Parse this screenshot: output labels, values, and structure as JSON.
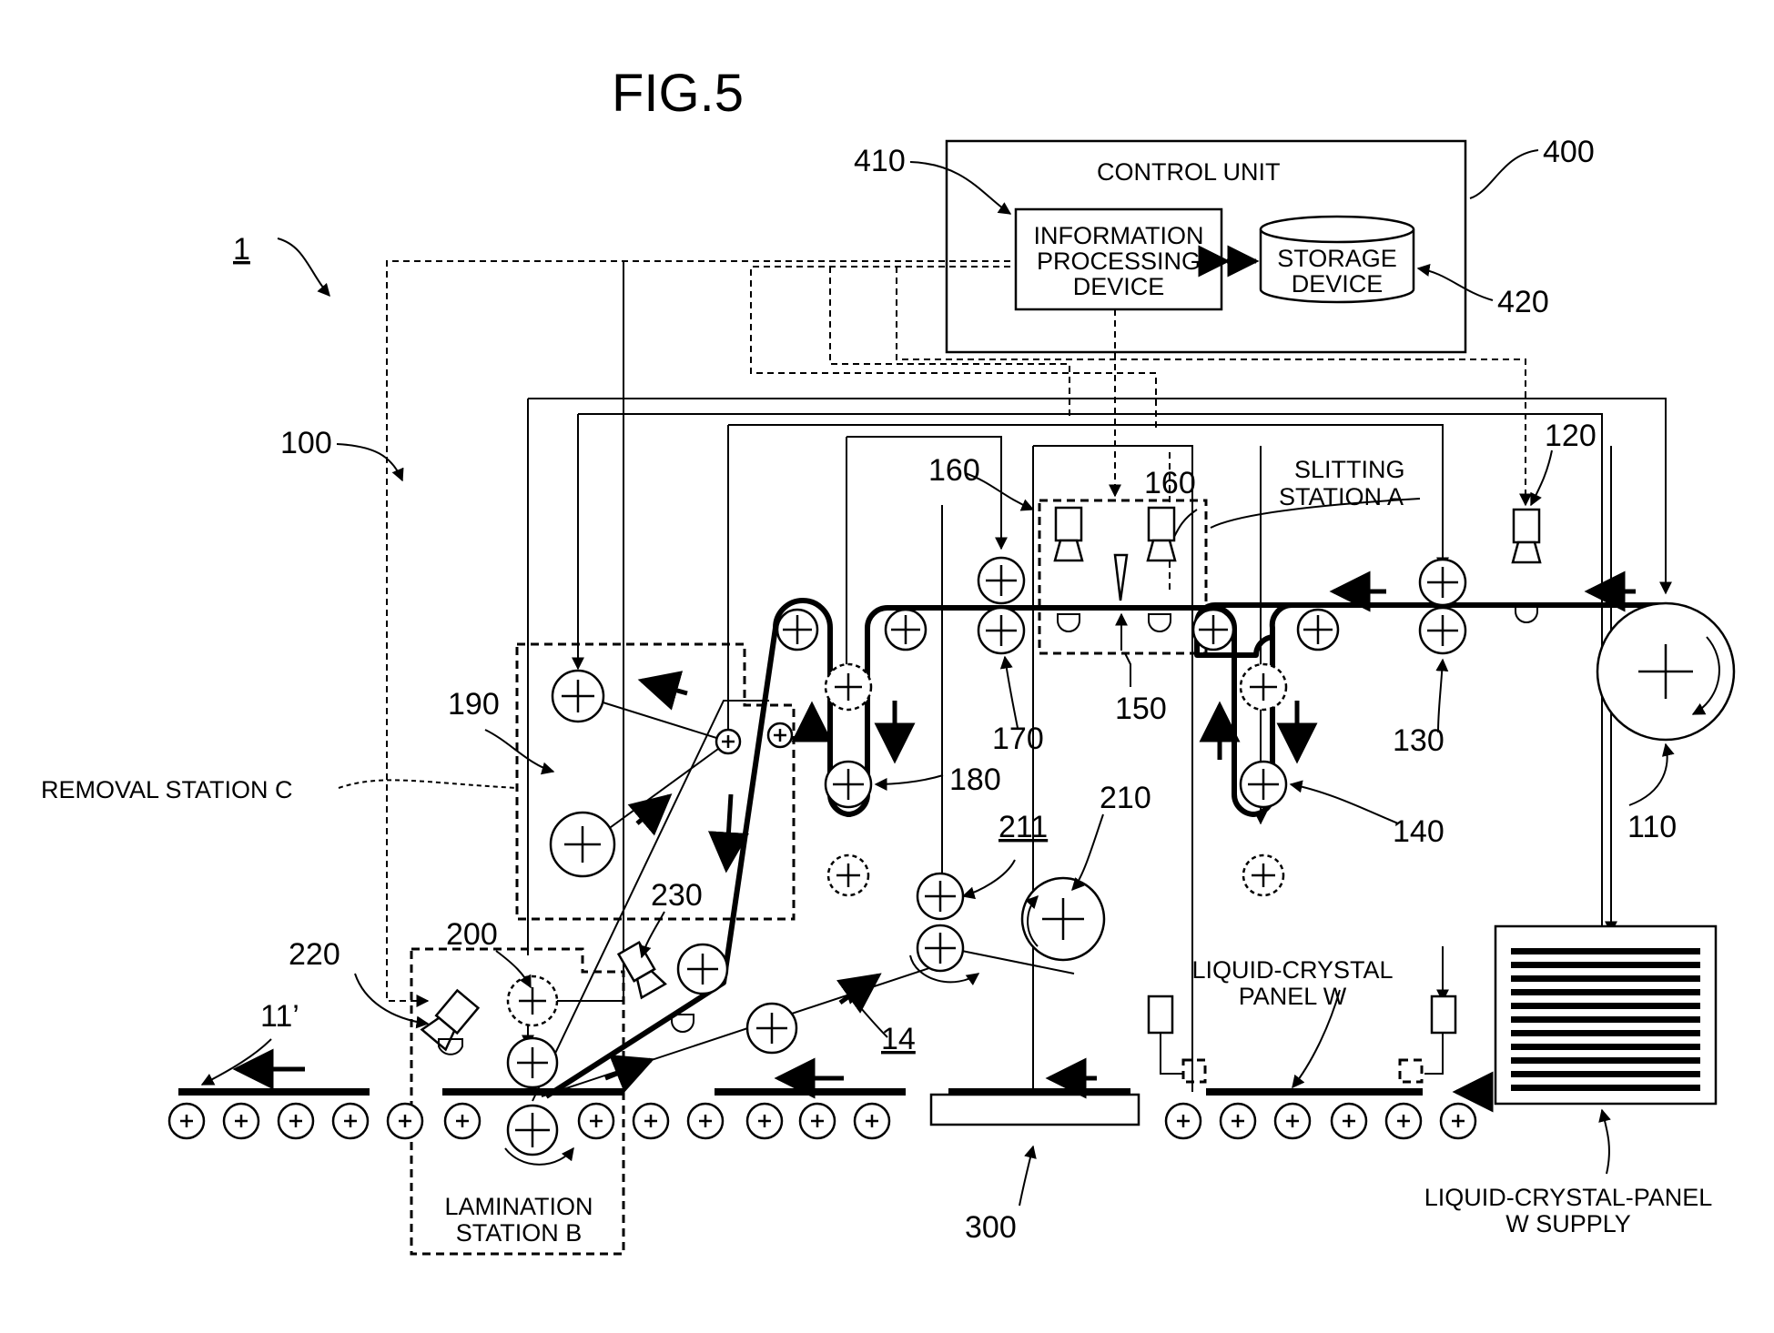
{
  "figure": {
    "title": "FIG.5"
  },
  "control": {
    "unit_label": "CONTROL UNIT",
    "ipd_lines": [
      "INFORMATION",
      "PROCESSING",
      "DEVICE"
    ],
    "storage_lines": [
      "STORAGE",
      "DEVICE"
    ]
  },
  "stations": {
    "slitting": [
      "SLITTING",
      "STATION A"
    ],
    "removal": "REMOVAL STATION C",
    "lamination": [
      "LAMINATION",
      "STATION B"
    ]
  },
  "panel": {
    "label_lines": [
      "LIQUID-CRYSTAL",
      "PANEL W"
    ],
    "supply_lines": [
      "LIQUID-CRYSTAL-PANEL",
      "W SUPPLY"
    ]
  },
  "refs": {
    "r1": "1",
    "r100": "100",
    "r110": "110",
    "r120": "120",
    "r130": "130",
    "r140": "140",
    "r150": "150",
    "r160a": "160",
    "r160b": "160",
    "r170": "170",
    "r180": "180",
    "r190": "190",
    "r200": "200",
    "r210": "210",
    "r211": "211",
    "r220": "220",
    "r230": "230",
    "r300": "300",
    "r400": "400",
    "r410": "410",
    "r420": "420",
    "r11p": "11’",
    "r14": "14"
  }
}
